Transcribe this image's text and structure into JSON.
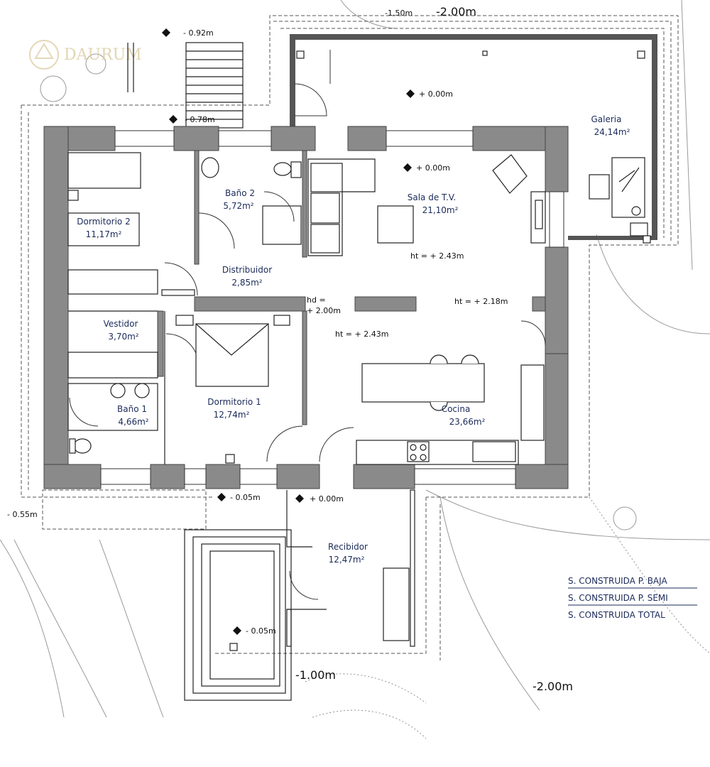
{
  "logo": {
    "text": "DAURUM"
  },
  "rooms": {
    "galeria": {
      "name": "Galeria",
      "area": "24,14m²"
    },
    "sala": {
      "name": "Sala de T.V.",
      "area": "21,10m²"
    },
    "bano2": {
      "name": "Baño 2",
      "area": "5,72m²"
    },
    "dormitorio2": {
      "name": "Dormitorio 2",
      "area": "11,17m²"
    },
    "distribuidor": {
      "name": "Distribuidor",
      "area": "2,85m²"
    },
    "vestidor": {
      "name": "Vestidor",
      "area": "3,70m²"
    },
    "bano1": {
      "name": "Baño 1",
      "area": "4,66m²"
    },
    "dormitorio1": {
      "name": "Dormitorio 1",
      "area": "12,74m²"
    },
    "cocina": {
      "name": "Cocina",
      "area": "23,66m²"
    },
    "recibidor": {
      "name": "Recibidor",
      "area": "12,47m²"
    }
  },
  "levels": {
    "top_dim": "-1.50m",
    "top_level": "-2.00m",
    "stairs_top": "- 0.92m",
    "stairs_low": "- 0.78m",
    "galeria_floor": "+ 0.00m",
    "sala_floor": "+ 0.00m",
    "sala_height": "ht = + 2.43m",
    "hd_label": "hd =",
    "hd_value": "+ 2.00m",
    "ht_218": "ht = + 2.18m",
    "cocina_height": "ht = + 2.43m",
    "entrance_left": "- 0.05m",
    "entrance_floor": "+ 0.00m",
    "entrance_step": "- 0.05m",
    "left_ground": "- 0.55m",
    "ground_front": "-1.00m",
    "ground_right": "-2.00m"
  },
  "legend": [
    "S.  CONSTRUIDA P. BAJA",
    "S.  CONSTRUIDA P. SEMI",
    "S.  CONSTRUIDA TOTAL"
  ]
}
